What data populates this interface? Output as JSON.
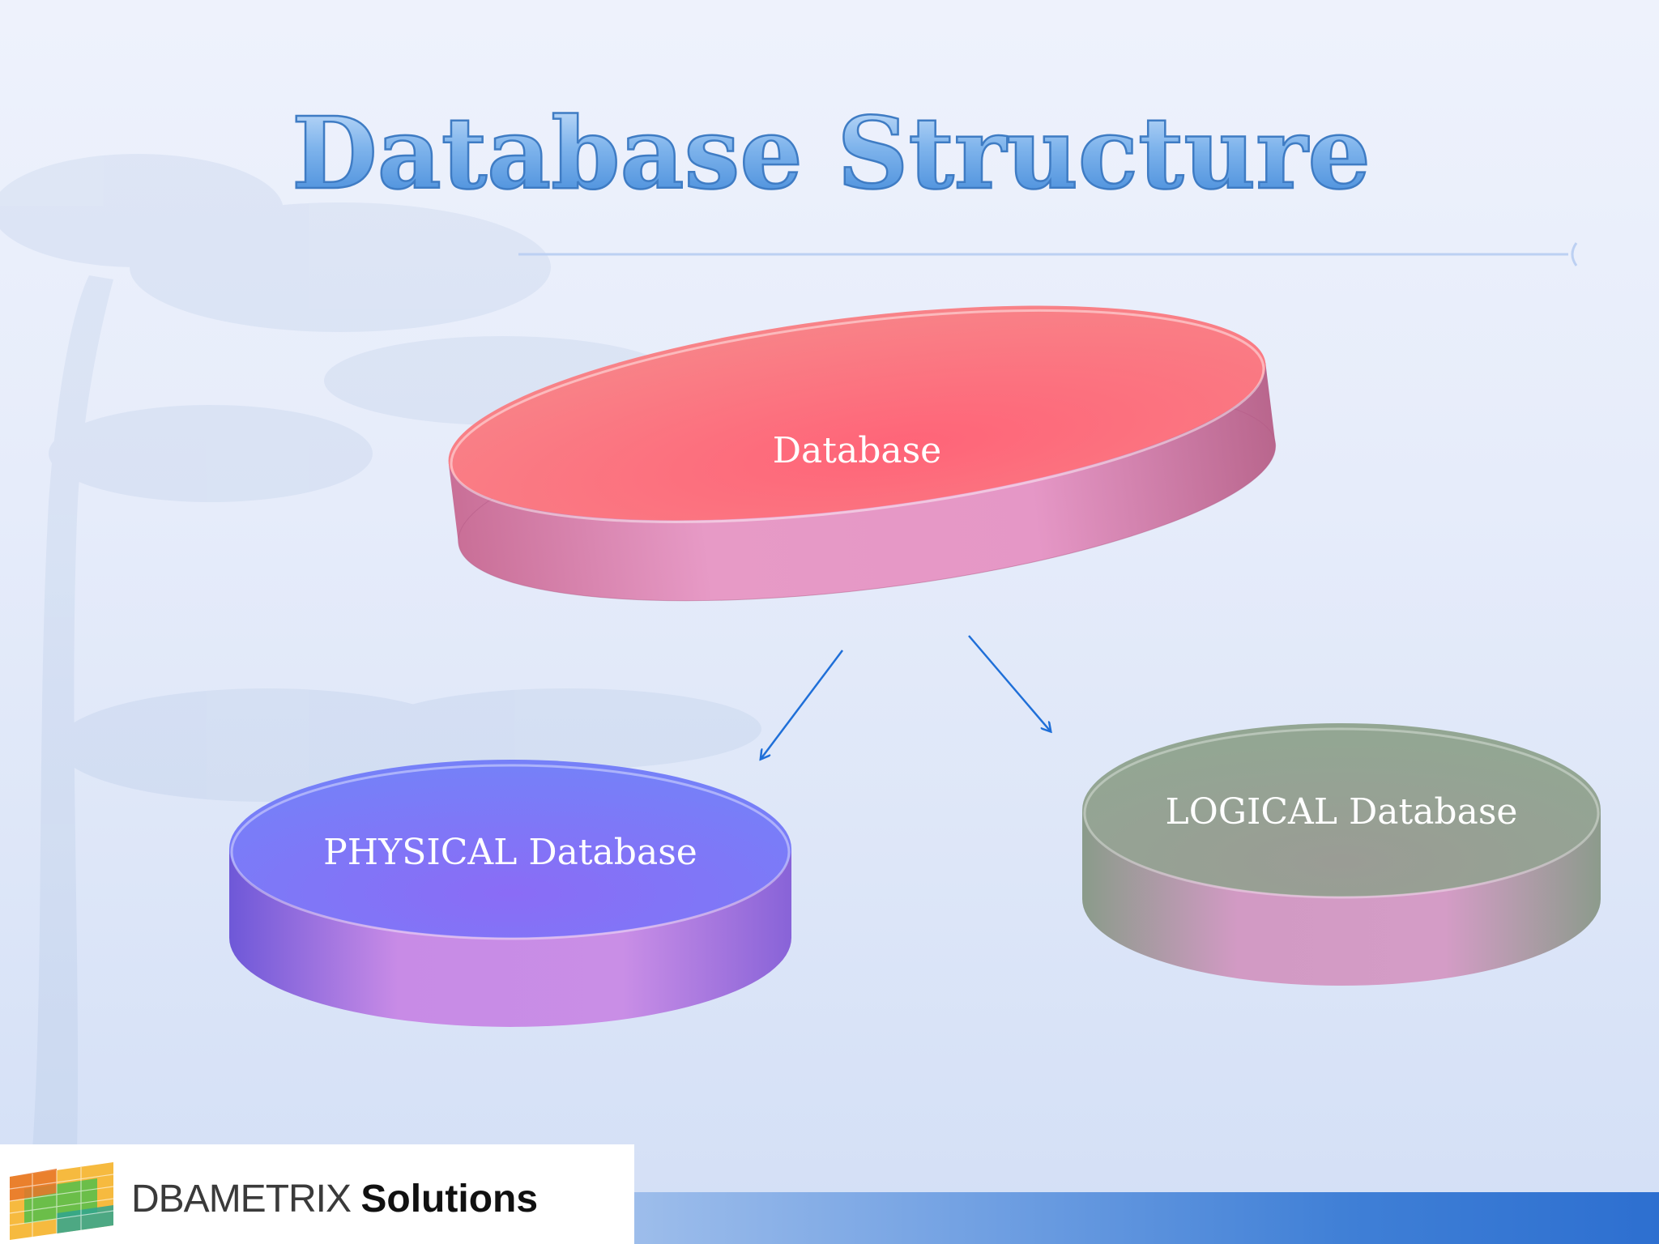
{
  "slide": {
    "title": "Database Structure"
  },
  "diagram": {
    "root": {
      "label": "Database",
      "color": "#f77a86"
    },
    "children": [
      {
        "label": "PHYSICAL Database",
        "color": "#7b73f4"
      },
      {
        "label": "LOGICAL Database",
        "color": "#93a593"
      }
    ],
    "arrow_color": "#1f6fd8"
  },
  "footer": {
    "logo_prefix": "DBAMETRIX",
    "logo_suffix": "Solutions",
    "bar_color": "#3f7fd6"
  }
}
